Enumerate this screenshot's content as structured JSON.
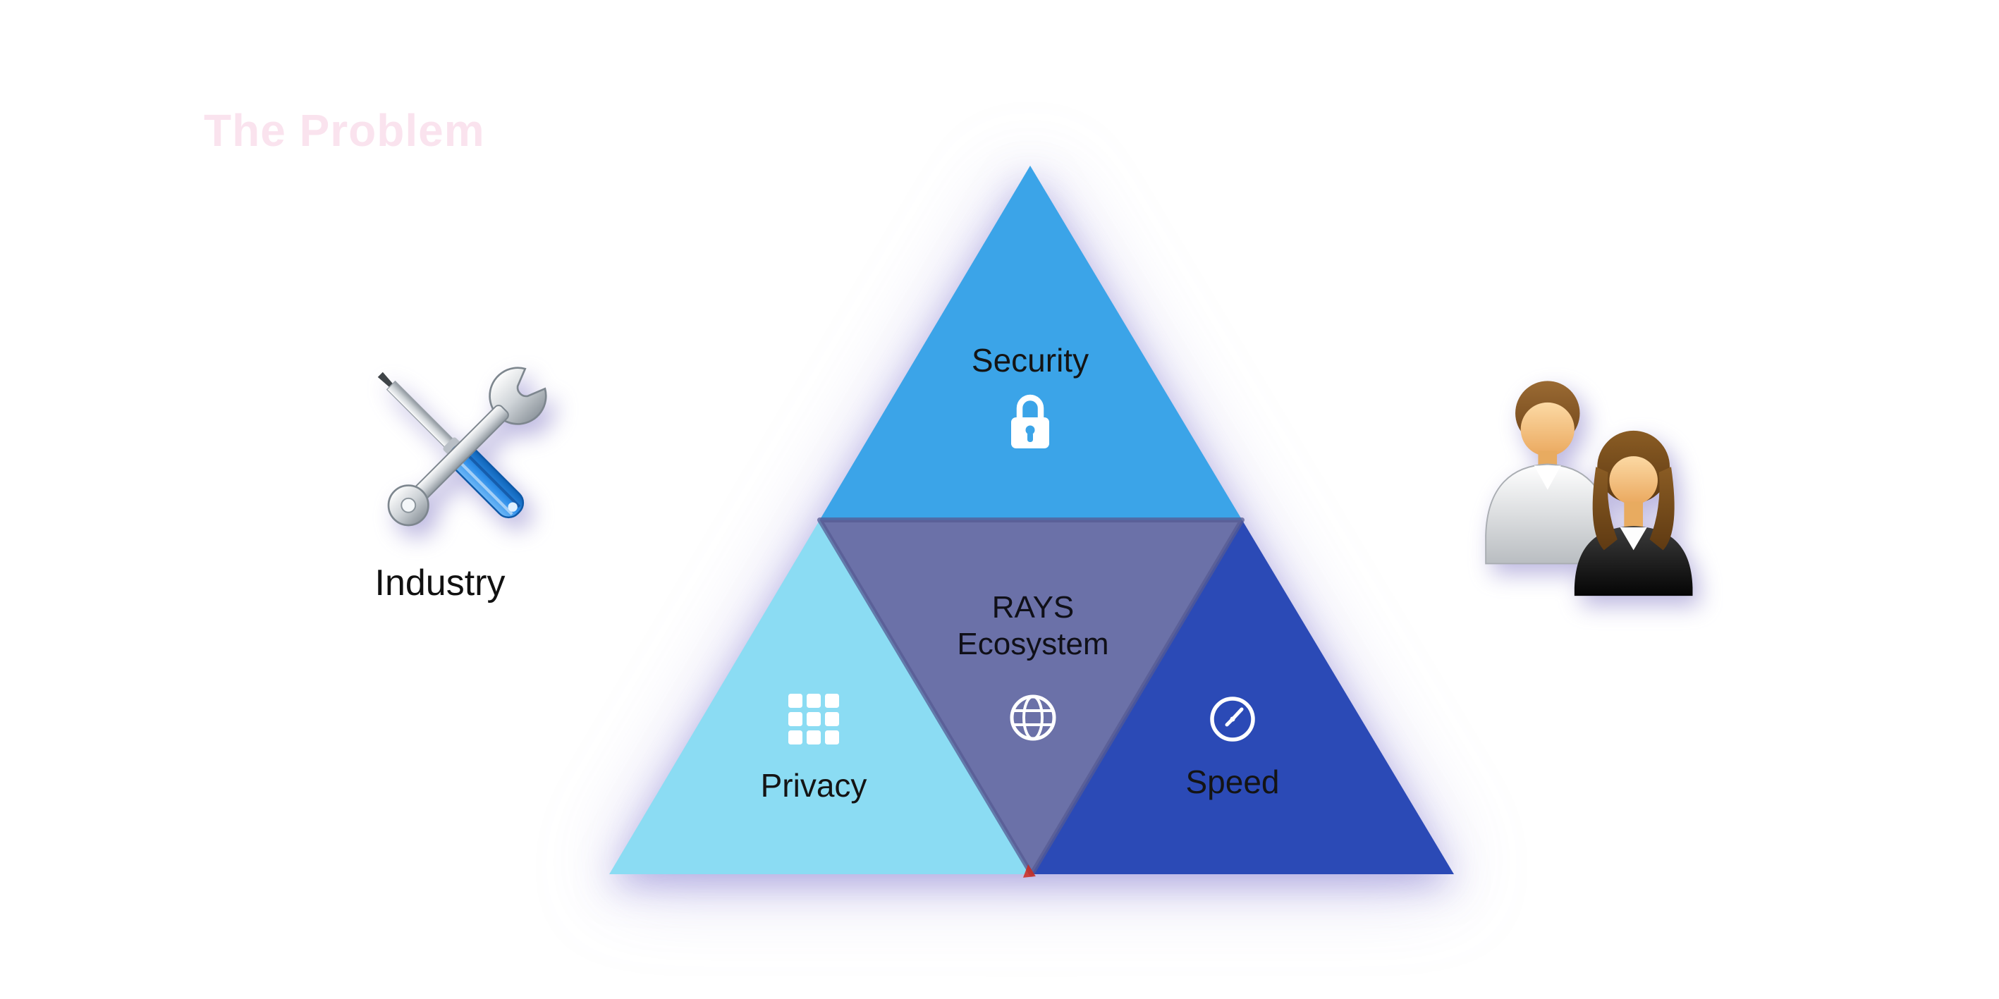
{
  "slide": {
    "title": "The Problem",
    "background_color": "#ffffff",
    "title_color": "#f6cde1"
  },
  "pyramid": {
    "sections": {
      "security": {
        "label": "Security",
        "color": "#3BA4E8",
        "icon": "lock-icon"
      },
      "privacy": {
        "label": "Privacy",
        "color": "#8BDCF3",
        "icon": "grid-icon"
      },
      "speed": {
        "label": "Speed",
        "color": "#2B4AB6",
        "icon": "clock-icon"
      },
      "ecosystem": {
        "label_line1": "RAYS",
        "label_line2": "Ecosystem",
        "color": "#6B71A8",
        "icon": "globe-icon"
      }
    },
    "glow_color": "#8A82D8"
  },
  "industry": {
    "label": "Industry",
    "icon": "tools-icon"
  },
  "people": {
    "icon": "people-icon"
  }
}
